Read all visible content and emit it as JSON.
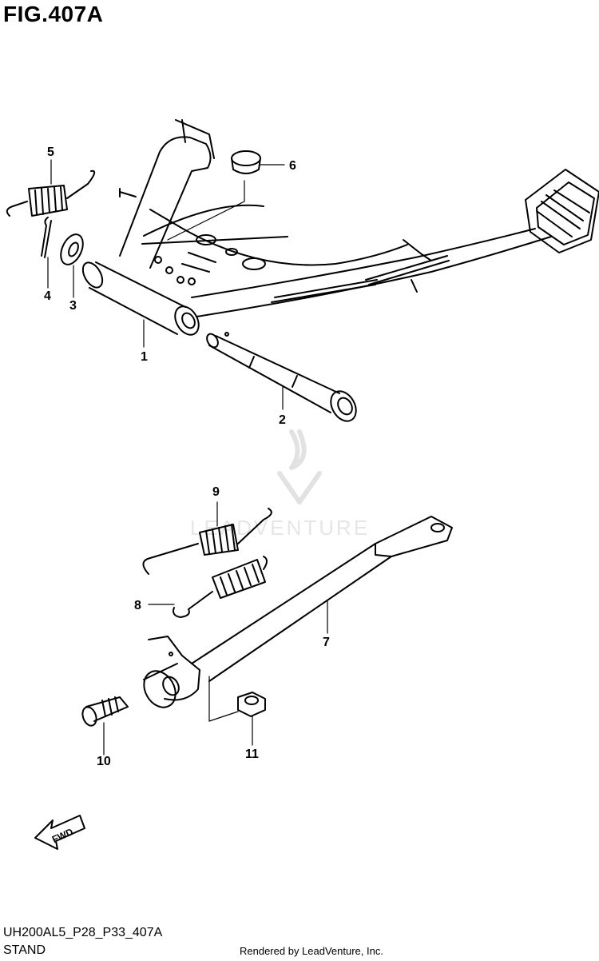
{
  "figure": {
    "title": "FIG.407A"
  },
  "callouts": [
    "1",
    "2",
    "3",
    "4",
    "5",
    "6",
    "7",
    "8",
    "9",
    "10",
    "11"
  ],
  "fwd_label": "FWD",
  "watermark": "LEADVENTURE",
  "footer": {
    "code": "UH200AL5_P28_P33_407A",
    "caption": "STAND",
    "rendered": "Rendered by LeadVenture, Inc."
  }
}
